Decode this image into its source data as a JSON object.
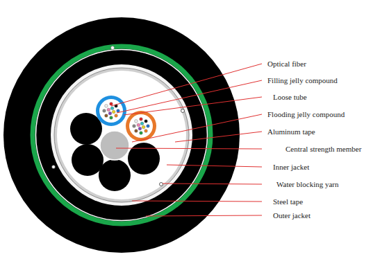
{
  "diagram": {
    "labels": [
      "Optical fiber",
      "Filling jelly compound",
      "Loose tube",
      "Flooding jelly compound",
      "Aluminum tape",
      "Central strength member",
      "Inner jacket",
      "Water blocking yarn",
      "Steel tape",
      "Outer jacket"
    ]
  }
}
